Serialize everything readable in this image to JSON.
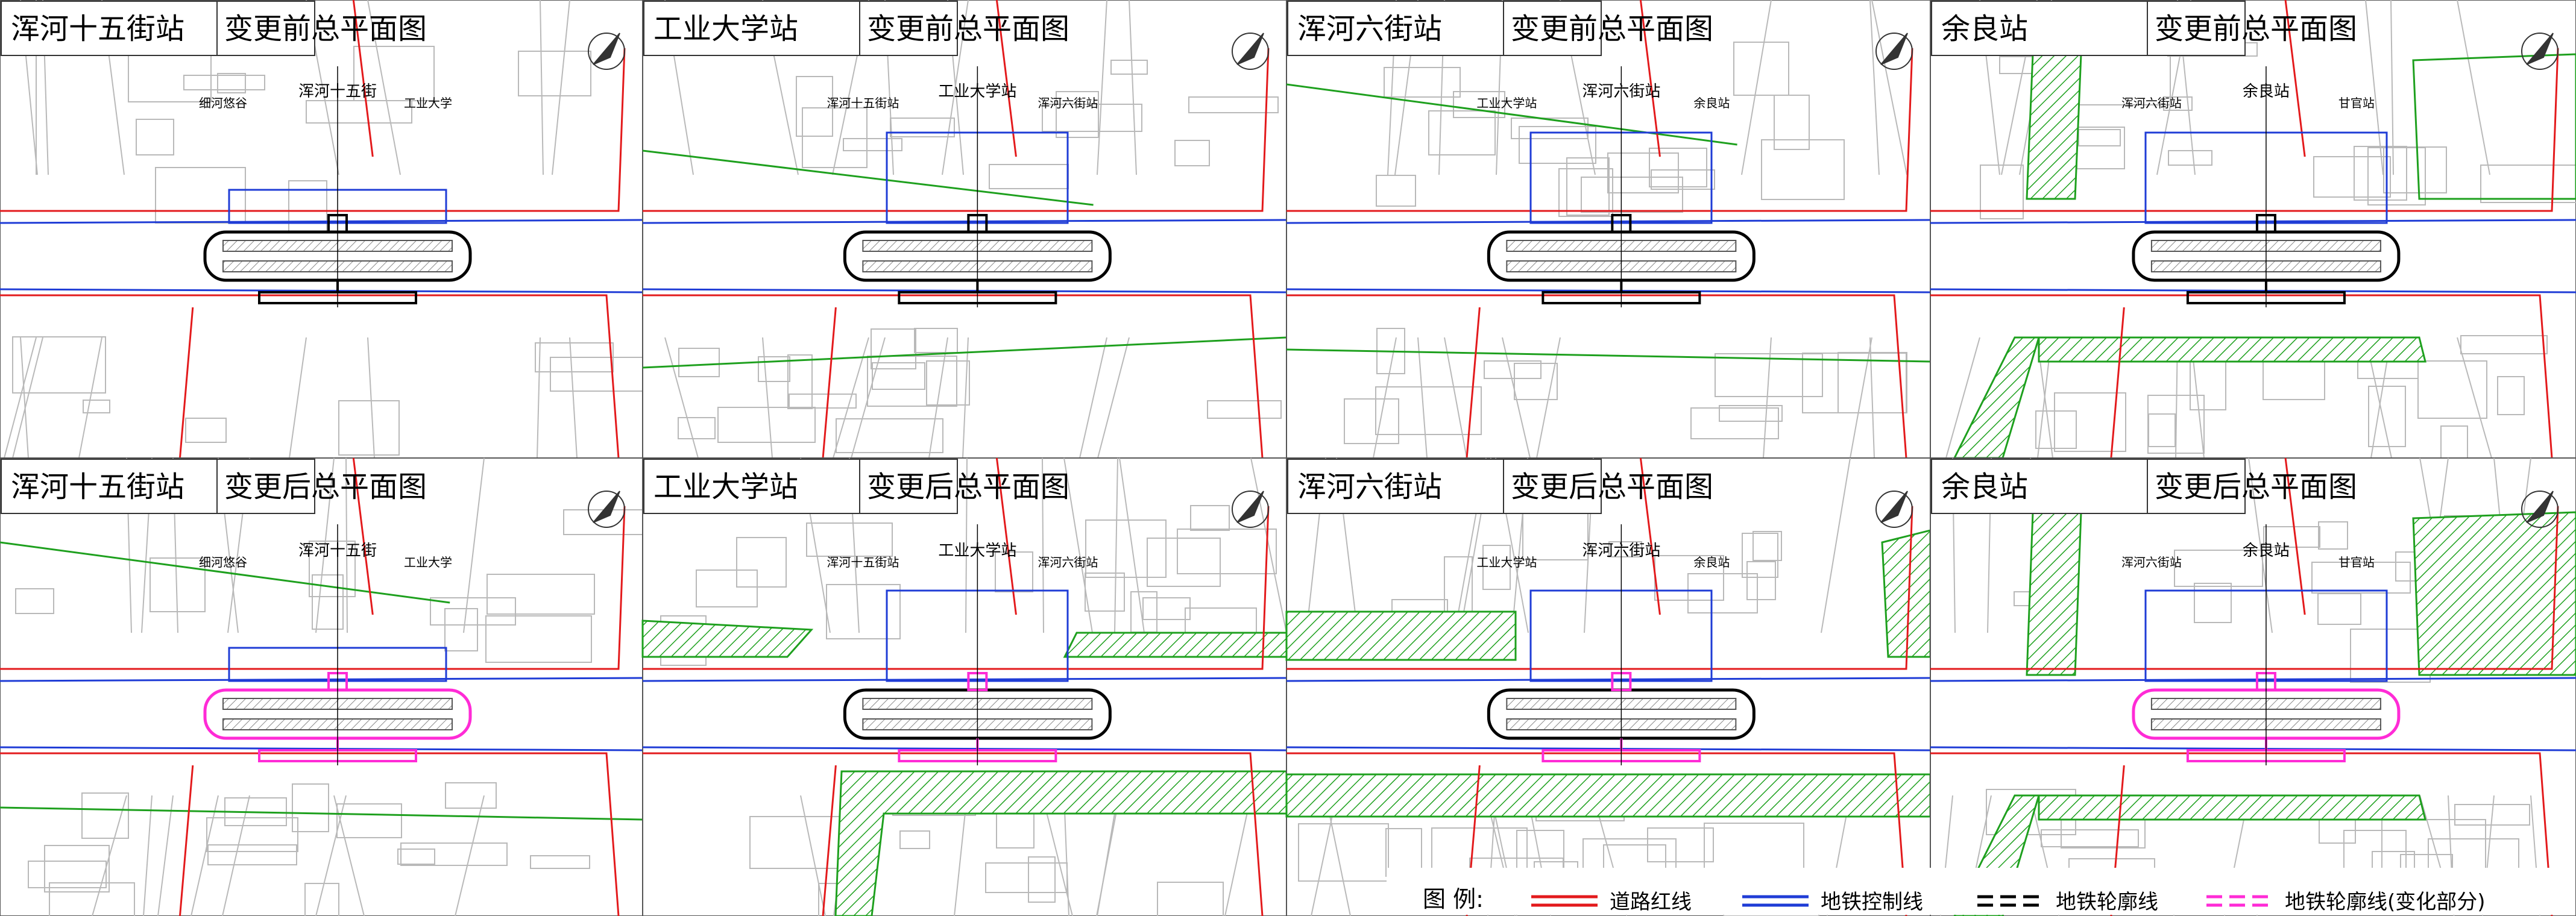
{
  "panels": [
    {
      "title_station": "浑河十五街站",
      "title_plan": "变更前总平面图",
      "labels": [
        "细河悠谷",
        "浑河十五街",
        "工业大学"
      ],
      "state": "before"
    },
    {
      "title_station": "工业大学站",
      "title_plan": "变更前总平面图",
      "labels": [
        "浑河十五街站",
        "工业大学站",
        "浑河六街站"
      ],
      "state": "before"
    },
    {
      "title_station": "浑河六街站",
      "title_plan": "变更前总平面图",
      "labels": [
        "工业大学站",
        "浑河六街站",
        "余良站"
      ],
      "state": "before"
    },
    {
      "title_station": "余良站",
      "title_plan": "变更前总平面图",
      "labels": [
        "浑河六街站",
        "余良站",
        "甘官站"
      ],
      "state": "before"
    },
    {
      "title_station": "浑河十五街站",
      "title_plan": "变更后总平面图",
      "labels": [
        "细河悠谷",
        "浑河十五街",
        "工业大学"
      ],
      "state": "after"
    },
    {
      "title_station": "工业大学站",
      "title_plan": "变更后总平面图",
      "labels": [
        "浑河十五街站",
        "工业大学站",
        "浑河六街站"
      ],
      "state": "after"
    },
    {
      "title_station": "浑河六街站",
      "title_plan": "变更后总平面图",
      "labels": [
        "工业大学站",
        "浑河六街站",
        "余良站"
      ],
      "state": "after"
    },
    {
      "title_station": "余良站",
      "title_plan": "变更后总平面图",
      "labels": [
        "浑河六街站",
        "余良站",
        "甘官站"
      ],
      "state": "after"
    }
  ],
  "legend": {
    "title": "图 例:",
    "items": [
      {
        "label": "道路红线",
        "color": "#e31a1c"
      },
      {
        "label": "地铁控制线",
        "color": "#1f3cd6"
      },
      {
        "label": "地铁轮廓线",
        "color": "#000000"
      },
      {
        "label": "地铁轮廓线(变化部分)",
        "color": "#ff2bd6"
      }
    ]
  },
  "colors": {
    "road_red_line": "#e31a1c",
    "metro_control_line": "#1f3cd6",
    "metro_outline": "#000000",
    "metro_outline_changed": "#ff2bd6",
    "green_zone": "#1ea01e"
  }
}
